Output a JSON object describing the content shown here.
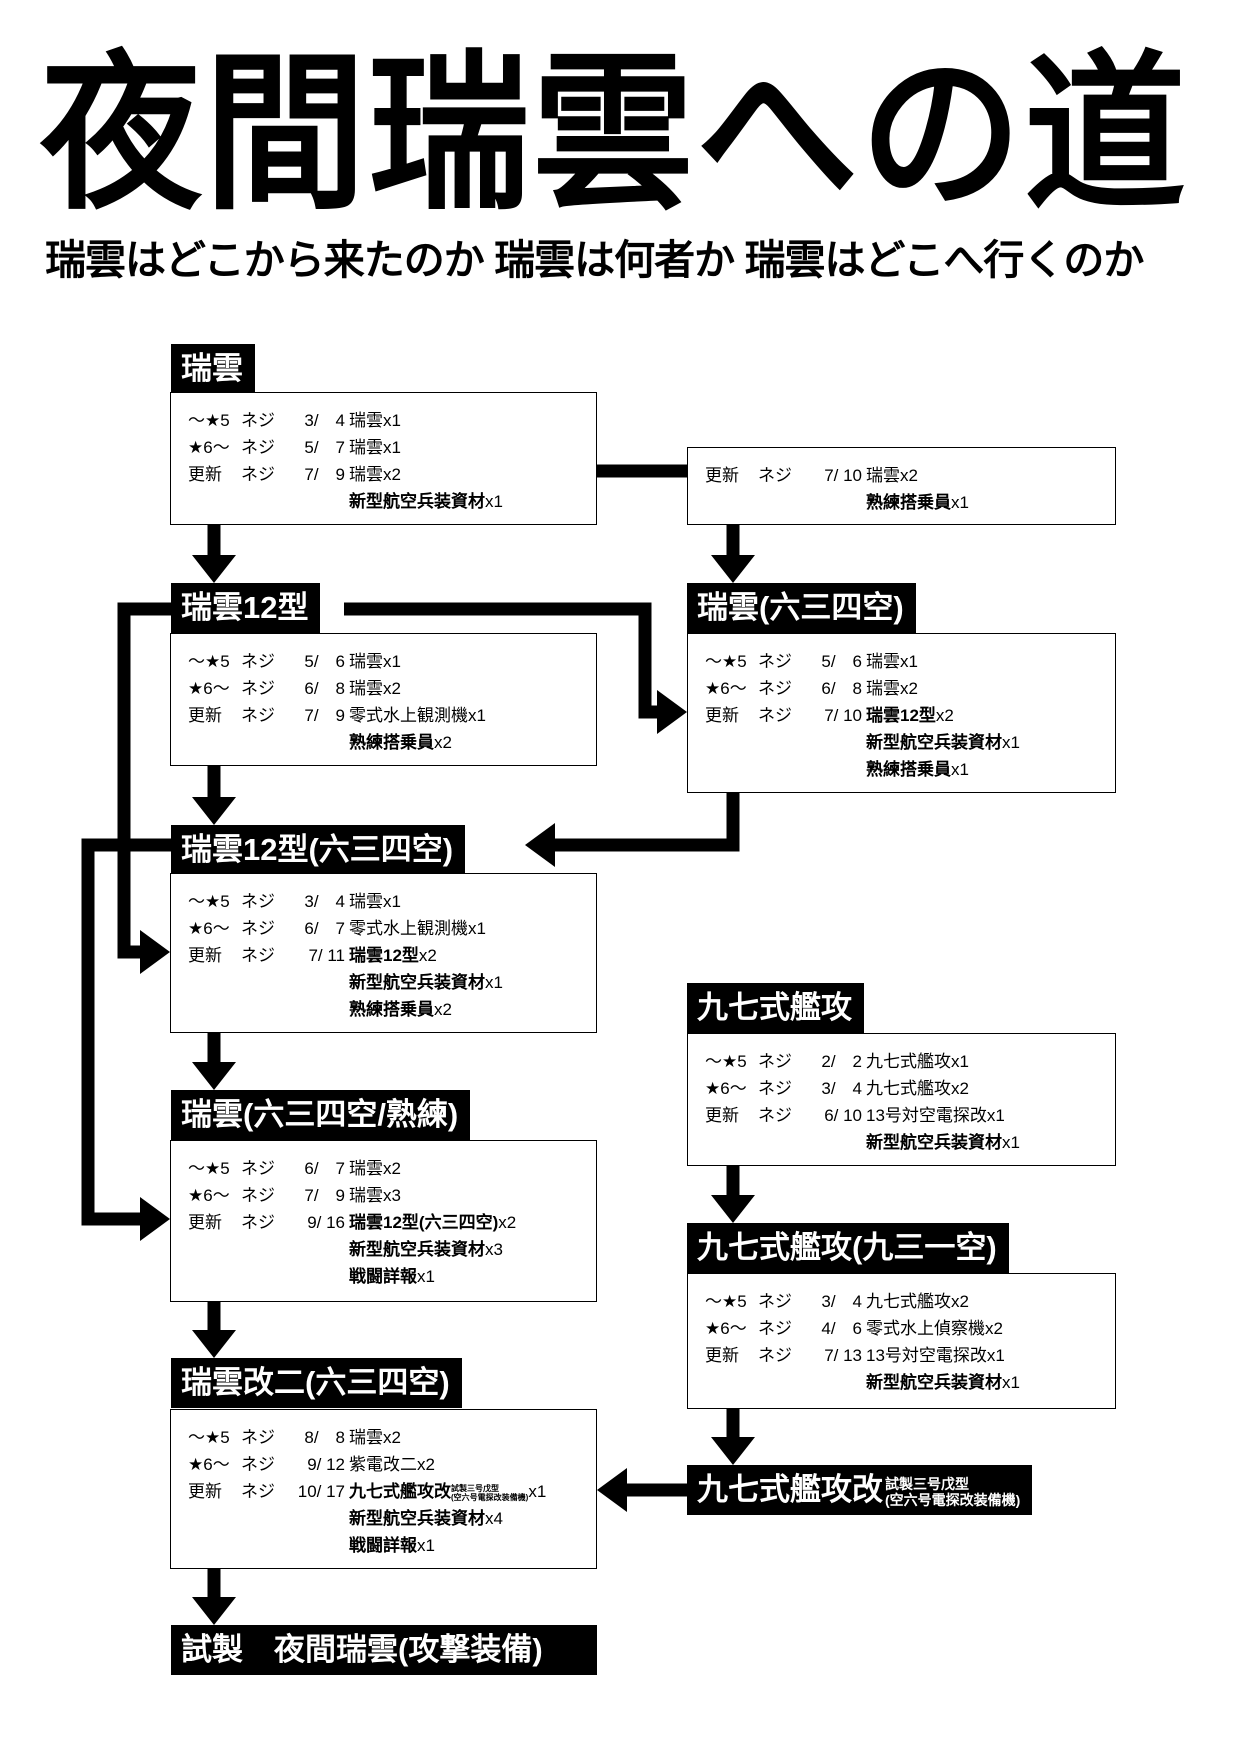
{
  "title": "夜間瑞雲への道",
  "subtitle": "瑞雲はどこから来たのか 瑞雲は何者か 瑞雲はどこへ行くのか",
  "nodes": [
    {
      "id": "n0",
      "header": "瑞雲",
      "rows": [
        {
          "label": "～★5",
          "neji": "ネジ",
          "num": "3/　4",
          "bold": "",
          "plain": "瑞雲x1"
        },
        {
          "label": "★6～",
          "neji": "ネジ",
          "num": "5/　7",
          "bold": "",
          "plain": "瑞雲x1"
        },
        {
          "label": "更新",
          "neji": "ネジ",
          "num": "7/　9",
          "bold": "",
          "plain": "瑞雲x2"
        },
        {
          "label": "",
          "neji": "",
          "num": "",
          "bold": "新型航空兵装資材",
          "plain": "x1"
        }
      ]
    },
    {
      "id": "n1",
      "header": "",
      "rows": [
        {
          "label": "更新",
          "neji": "ネジ",
          "num": "7/ 10",
          "bold": "",
          "plain": "瑞雲x2"
        },
        {
          "label": "",
          "neji": "",
          "num": "",
          "bold": "熟練搭乗員",
          "plain": "x1"
        }
      ]
    },
    {
      "id": "n2",
      "header": "瑞雲12型",
      "rows": [
        {
          "label": "～★5",
          "neji": "ネジ",
          "num": "5/　6",
          "bold": "",
          "plain": "瑞雲x1"
        },
        {
          "label": "★6～",
          "neji": "ネジ",
          "num": "6/　8",
          "bold": "",
          "plain": "瑞雲x2"
        },
        {
          "label": "更新",
          "neji": "ネジ",
          "num": "7/　9",
          "bold": "",
          "plain": "零式水上観測機x1"
        },
        {
          "label": "",
          "neji": "",
          "num": "",
          "bold": "熟練搭乗員",
          "plain": "x2"
        }
      ]
    },
    {
      "id": "n3",
      "header": "瑞雲(六三四空)",
      "rows": [
        {
          "label": "～★5",
          "neji": "ネジ",
          "num": "5/　6",
          "bold": "",
          "plain": "瑞雲x1"
        },
        {
          "label": "★6～",
          "neji": "ネジ",
          "num": "6/　8",
          "bold": "",
          "plain": "瑞雲x2"
        },
        {
          "label": "更新",
          "neji": "ネジ",
          "num": "7/ 10",
          "bold": "瑞雲12型",
          "plain": "x2"
        },
        {
          "label": "",
          "neji": "",
          "num": "",
          "bold": "新型航空兵装資材",
          "plain": "x1"
        },
        {
          "label": "",
          "neji": "",
          "num": "",
          "bold": "熟練搭乗員",
          "plain": "x1"
        }
      ]
    },
    {
      "id": "n4",
      "header": "瑞雲12型(六三四空)",
      "rows": [
        {
          "label": "～★5",
          "neji": "ネジ",
          "num": "3/　4",
          "bold": "",
          "plain": "瑞雲x1"
        },
        {
          "label": "★6～",
          "neji": "ネジ",
          "num": "6/　7",
          "bold": "",
          "plain": "零式水上観測機x1"
        },
        {
          "label": "更新",
          "neji": "ネジ",
          "num": "7/ 11",
          "bold": "瑞雲12型",
          "plain": "x2"
        },
        {
          "label": "",
          "neji": "",
          "num": "",
          "bold": "新型航空兵装資材",
          "plain": "x1"
        },
        {
          "label": "",
          "neji": "",
          "num": "",
          "bold": "熟練搭乗員",
          "plain": "x2"
        }
      ]
    },
    {
      "id": "n5",
      "header": "九七式艦攻",
      "rows": [
        {
          "label": "～★5",
          "neji": "ネジ",
          "num": "2/　2",
          "bold": "",
          "plain": "九七式艦攻x1"
        },
        {
          "label": "★6～",
          "neji": "ネジ",
          "num": "3/　4",
          "bold": "",
          "plain": "九七式艦攻x2"
        },
        {
          "label": "更新",
          "neji": "ネジ",
          "num": "6/ 10",
          "bold": "",
          "plain": "13号対空電探改x1"
        },
        {
          "label": "",
          "neji": "",
          "num": "",
          "bold": "新型航空兵装資材",
          "plain": "x1"
        }
      ]
    },
    {
      "id": "n6",
      "header": "瑞雲(六三四空/熟練)",
      "rows": [
        {
          "label": "～★5",
          "neji": "ネジ",
          "num": "6/　7",
          "bold": "",
          "plain": "瑞雲x2"
        },
        {
          "label": "★6～",
          "neji": "ネジ",
          "num": "7/　9",
          "bold": "",
          "plain": "瑞雲x3"
        },
        {
          "label": "更新",
          "neji": "ネジ",
          "num": "9/ 16",
          "bold": "瑞雲12型(六三四空)",
          "plain": "x2"
        },
        {
          "label": "",
          "neji": "",
          "num": "",
          "bold": "新型航空兵装資材",
          "plain": "x3"
        },
        {
          "label": "",
          "neji": "",
          "num": "",
          "bold": "戦闘詳報",
          "plain": "x1"
        }
      ]
    },
    {
      "id": "n7",
      "header": "九七式艦攻(九三一空)",
      "rows": [
        {
          "label": "～★5",
          "neji": "ネジ",
          "num": "3/　4",
          "bold": "",
          "plain": "九七式艦攻x2"
        },
        {
          "label": "★6～",
          "neji": "ネジ",
          "num": "4/　6",
          "bold": "",
          "plain": "零式水上偵察機x2"
        },
        {
          "label": "更新",
          "neji": "ネジ",
          "num": "7/ 13",
          "bold": "",
          "plain": "13号対空電探改x1"
        },
        {
          "label": "",
          "neji": "",
          "num": "",
          "bold": "新型航空兵装資材",
          "plain": "x1"
        }
      ]
    },
    {
      "id": "n8",
      "header": "瑞雲改二(六三四空)",
      "rows": [
        {
          "label": "～★5",
          "neji": "ネジ",
          "num": "8/　8",
          "bold": "",
          "plain": "瑞雲x2"
        },
        {
          "label": "★6～",
          "neji": "ネジ",
          "num": "9/ 12",
          "bold": "",
          "plain": "紫電改二x2"
        },
        {
          "label": "更新",
          "neji": "ネジ",
          "num": "10/ 17",
          "bold": "九七式艦攻改",
          "note1": "試製三号戊型",
          "note2": "(空六号電探改装備機)",
          "plain": "x1"
        },
        {
          "label": "",
          "neji": "",
          "num": "",
          "bold": "新型航空兵装資材",
          "plain": "x4"
        },
        {
          "label": "",
          "neji": "",
          "num": "",
          "bold": "戦闘詳報",
          "plain": "x1"
        }
      ]
    },
    {
      "id": "n9",
      "header": "九七式艦攻改",
      "note1": "試製三号戊型",
      "note2": "(空六号電探改装備機)",
      "rows": []
    },
    {
      "id": "n10",
      "header": "試製　夜間瑞雲(攻撃装備)",
      "rows": []
    }
  ]
}
